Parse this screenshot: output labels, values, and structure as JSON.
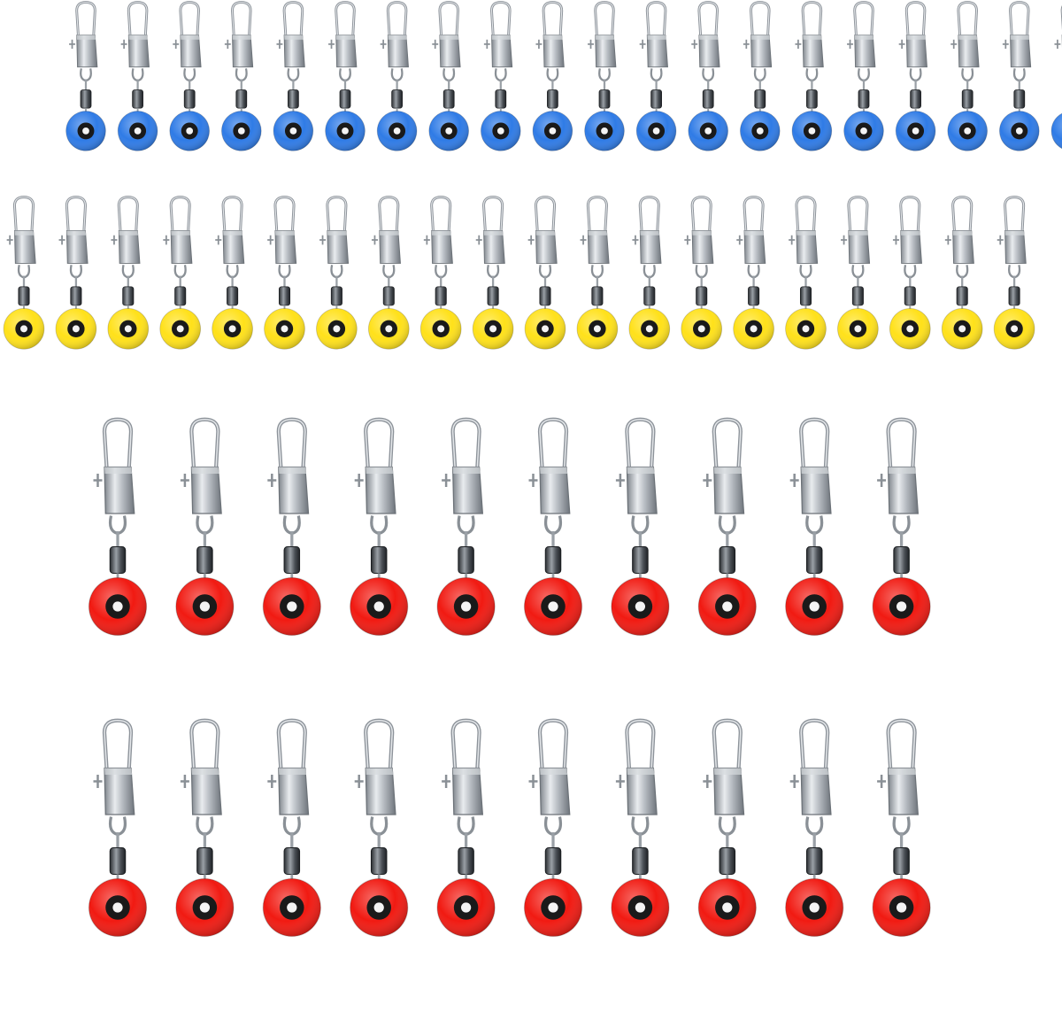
{
  "photo": {
    "subject": "fishing-line-space-bean-swivel-connectors",
    "rows": [
      {
        "bead_color": "#2f7be6",
        "count": 20
      },
      {
        "bead_color": "#ffe11a",
        "count": 20
      },
      {
        "bead_color": "#f11a12",
        "count": 10
      },
      {
        "bead_color": "#f11a12",
        "count": 10
      }
    ],
    "metal_color": "#a9aeb4",
    "background_color": "#ffffff"
  }
}
